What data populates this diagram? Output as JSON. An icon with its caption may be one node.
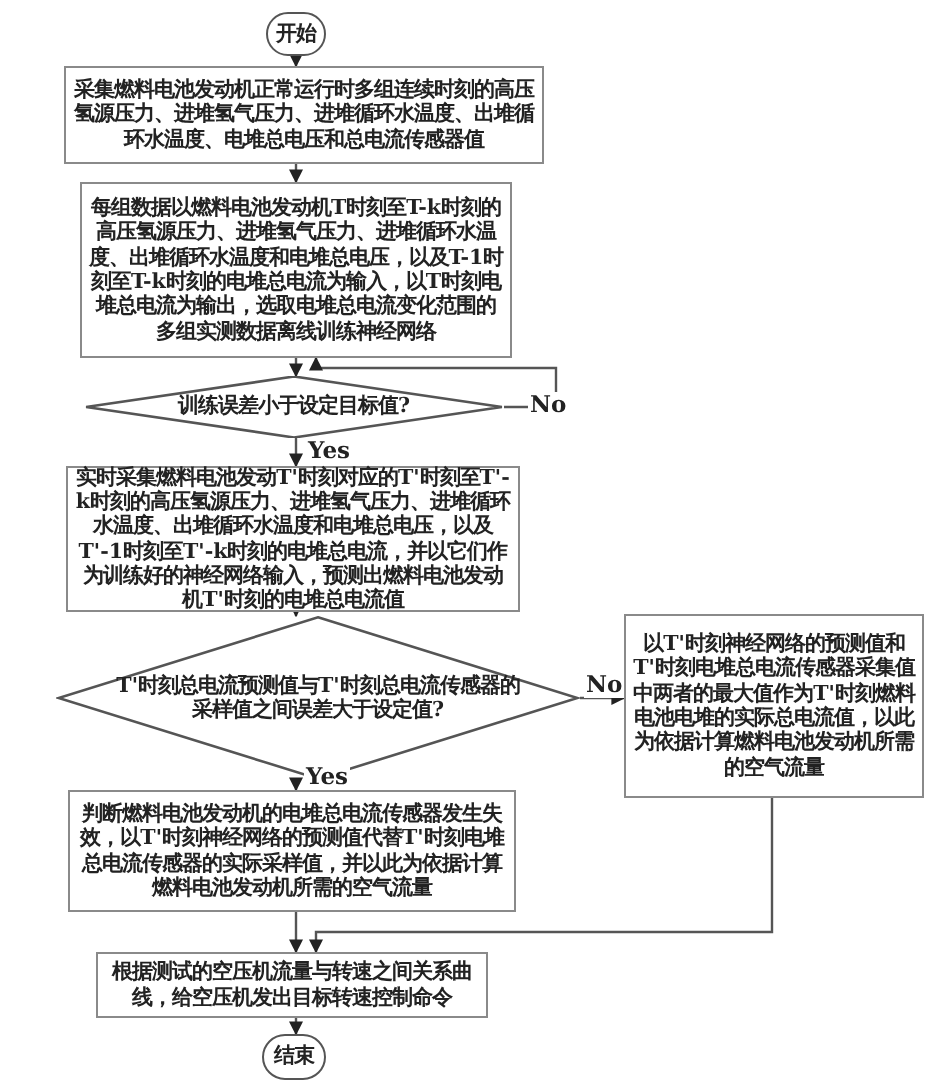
{
  "diagram": {
    "nodes": [
      {
        "text": [
          "开始"
        ]
      },
      {
        "text": [
          "采集燃料电池发动机正常运行时多组连续时刻的高压氢源压力、进堆氢气压力、进堆循环水温度、出堆循环水温度、电堆总电压和总电流传感器值"
        ]
      },
      {
        "text": [
          "每组数据以燃料电池发动机T时刻至T-k时刻的高压氢源压力、进堆氢气压力、进堆循环水温度、出堆循环水温度和电堆总电压，以及T-1时刻至T-k时刻的电堆总电流为输入，以T时刻电堆总电流为输出，选取电堆总电流变化范围的多组实测数据离线训练神经网络"
        ]
      },
      {
        "text": [
          "训练误差小于设定目标值?"
        ]
      },
      {
        "text": [
          "实时采集燃料电池发动T'时刻对应的T'时刻至T'-k时刻的高压氢源压力、进堆氢气压力、进堆循环水温度、出堆循环水温度和电堆总电压，以及T'-1时刻至T'-k时刻的电堆总电流，并以它们作为训练好的神经网络输入，预测出燃料电池发动机T'时刻的电堆总电流值"
        ]
      },
      {
        "text": [
          "T'时刻总电流预测值与T'时刻总电流传感器的采样值之间误差大于设定值?"
        ]
      },
      {
        "text": [
          "以T'时刻神经网络的预测值和T'时刻电堆总电流传感器采集值中两者的最大值作为T'时刻燃料电池电堆的实际总电流值，以此为依据计算燃料电池发动机所需的空气流量"
        ]
      },
      {
        "text": [
          "判断燃料电池发动机的电堆总电流传感器发生失效，以T'时刻神经网络的预测值代替T'时刻电堆总电流传感器的实际采样值，并以此为依据计算燃料电池发动机所需的空气流量"
        ]
      },
      {
        "text": [
          "根据测试的空压机流量与转速之间关系曲线，给空压机发出目标转速控制命令"
        ]
      },
      {
        "text": [
          "结束"
        ]
      }
    ],
    "edges": [
      {
        "from": 0,
        "to": 1,
        "arrow": "to"
      },
      {
        "from": 1,
        "to": 2,
        "arrow": "to"
      },
      {
        "from": 2,
        "to": 3,
        "arrow": "to"
      },
      {
        "from": 3,
        "to": 2,
        "arrow": "to",
        "label": "No"
      },
      {
        "from": 3,
        "to": 4,
        "arrow": "to",
        "label": "Yes"
      },
      {
        "from": 4,
        "to": 5,
        "arrow": "to"
      },
      {
        "from": 5,
        "to": 6,
        "arrow": "to",
        "label": "No"
      },
      {
        "from": 5,
        "to": 7,
        "arrow": "to",
        "label": "Yes"
      },
      {
        "from": 7,
        "to": 8,
        "arrow": "to"
      },
      {
        "from": 6,
        "to": 8,
        "arrow": "to"
      },
      {
        "from": 8,
        "to": 9,
        "arrow": "to"
      }
    ]
  }
}
